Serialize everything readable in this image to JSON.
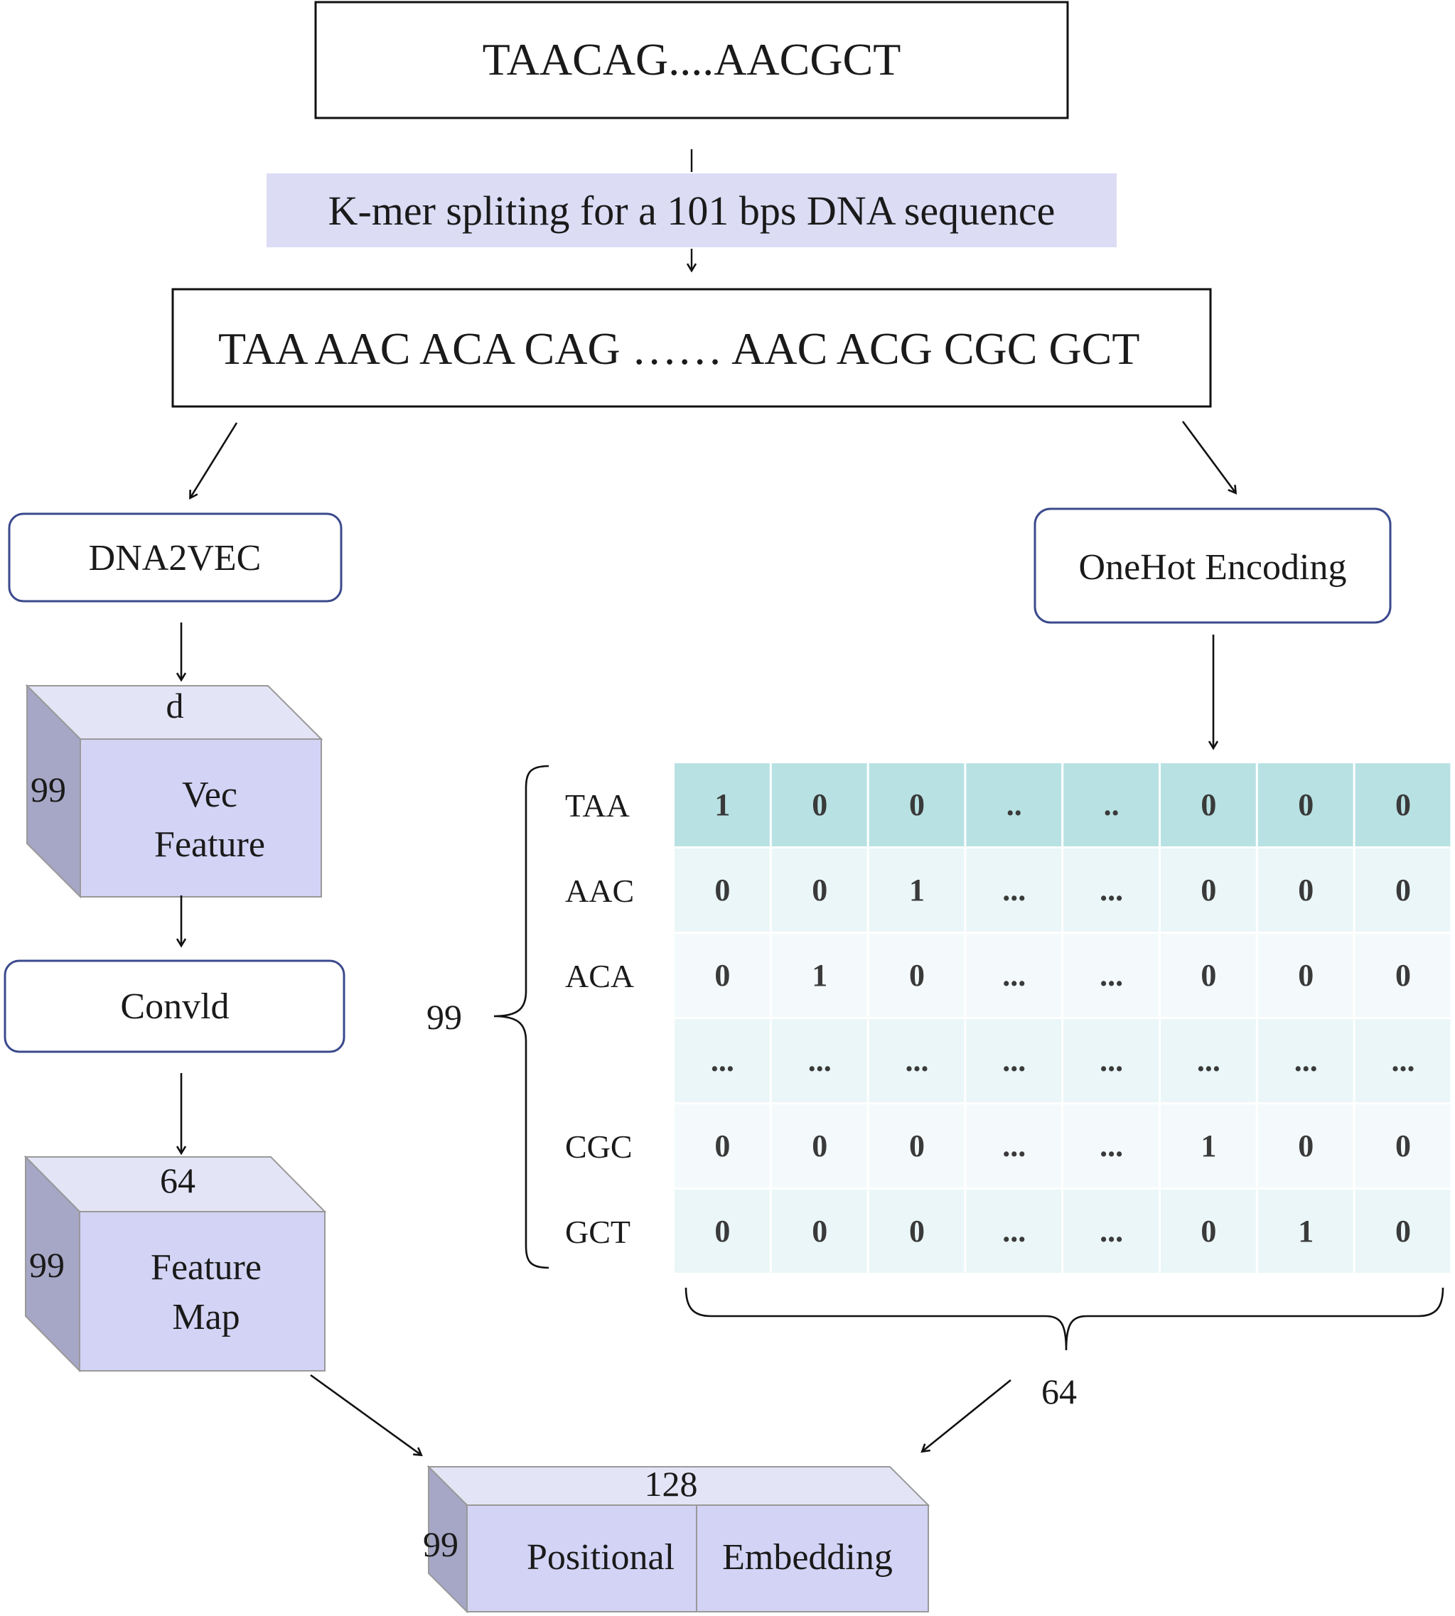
{
  "input_sequence": "TAACAG....AACGCT",
  "kmer_step": "K-mer spliting for a 101 bps DNA sequence",
  "kmers": "TAA AAC ACA CAG …… AAC ACG CGC GCT",
  "left_branch": {
    "encoder": "DNA2VEC",
    "vec_cube": {
      "top": "d",
      "side": "99",
      "line1": "Vec",
      "line2": "Feature"
    },
    "conv": "Convld",
    "feature_cube": {
      "top": "64",
      "side": "99",
      "line1": "Feature",
      "line2": "Map"
    }
  },
  "right_branch": {
    "encoder": "OneHot Encoding",
    "rows_label": "99",
    "cols_label": "64",
    "row_labels": [
      "TAA",
      "AAC",
      "ACA",
      "",
      "CGC",
      "GCT"
    ],
    "matrix": [
      [
        "1",
        "0",
        "0",
        "..",
        "..",
        "0",
        "0",
        "0"
      ],
      [
        "0",
        "0",
        "1",
        "...",
        "...",
        "0",
        "0",
        "0"
      ],
      [
        "0",
        "1",
        "0",
        "...",
        "...",
        "0",
        "0",
        "0"
      ],
      [
        "...",
        "...",
        "...",
        "...",
        "...",
        "...",
        "...",
        "..."
      ],
      [
        "0",
        "0",
        "0",
        "...",
        "...",
        "1",
        "0",
        "0"
      ],
      [
        "0",
        "0",
        "0",
        "...",
        "...",
        "0",
        "1",
        "0"
      ]
    ]
  },
  "output_cube": {
    "top": "128",
    "side": "99",
    "left": "Positional",
    "right": "Embedding"
  },
  "colors": {
    "highlight": "#dcdcf5",
    "cube_front": "#d3d3f5",
    "cube_top": "#e4e4f7",
    "cube_side": "#a6a6c6",
    "box_border": "#3b4a8c",
    "matrix_header": "#b8e1e3",
    "matrix_row_a": "#eaf6f7",
    "matrix_row_b": "#f4fafb"
  }
}
